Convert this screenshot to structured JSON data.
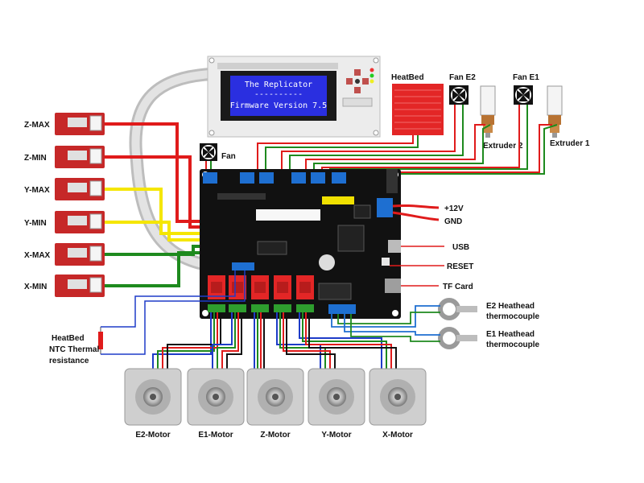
{
  "lcd": {
    "line1": "The Replicator",
    "line2": "----------",
    "line3": "Firmware Version 7.5"
  },
  "endstops": [
    "Z-MAX",
    "Z-MIN",
    "Y-MAX",
    "Y-MIN",
    "X-MAX",
    "X-MIN"
  ],
  "components": {
    "heatbed": "HeatBed",
    "fan_e2": "Fan E2",
    "fan_e1": "Fan E1",
    "fan": "Fan",
    "extruder2": "Extruder 2",
    "extruder1": "Extruder 1"
  },
  "ports": {
    "plus12v": "+12V",
    "gnd": "GND",
    "usb": "USB",
    "reset": "RESET",
    "tfcard": "TF Card"
  },
  "thermocouples": {
    "e2_line1": "E2 Heathead",
    "e2_line2": "thermocouple",
    "e1_line1": "E1 Heathead",
    "e1_line2": "thermocouple"
  },
  "ntc": {
    "line1": "HeatBed",
    "line2": "NTC  Thermal",
    "line3": "resistance"
  },
  "motors": [
    "E2-Motor",
    "E1-Motor",
    "Z-Motor",
    "Y-Motor",
    "X-Motor"
  ]
}
